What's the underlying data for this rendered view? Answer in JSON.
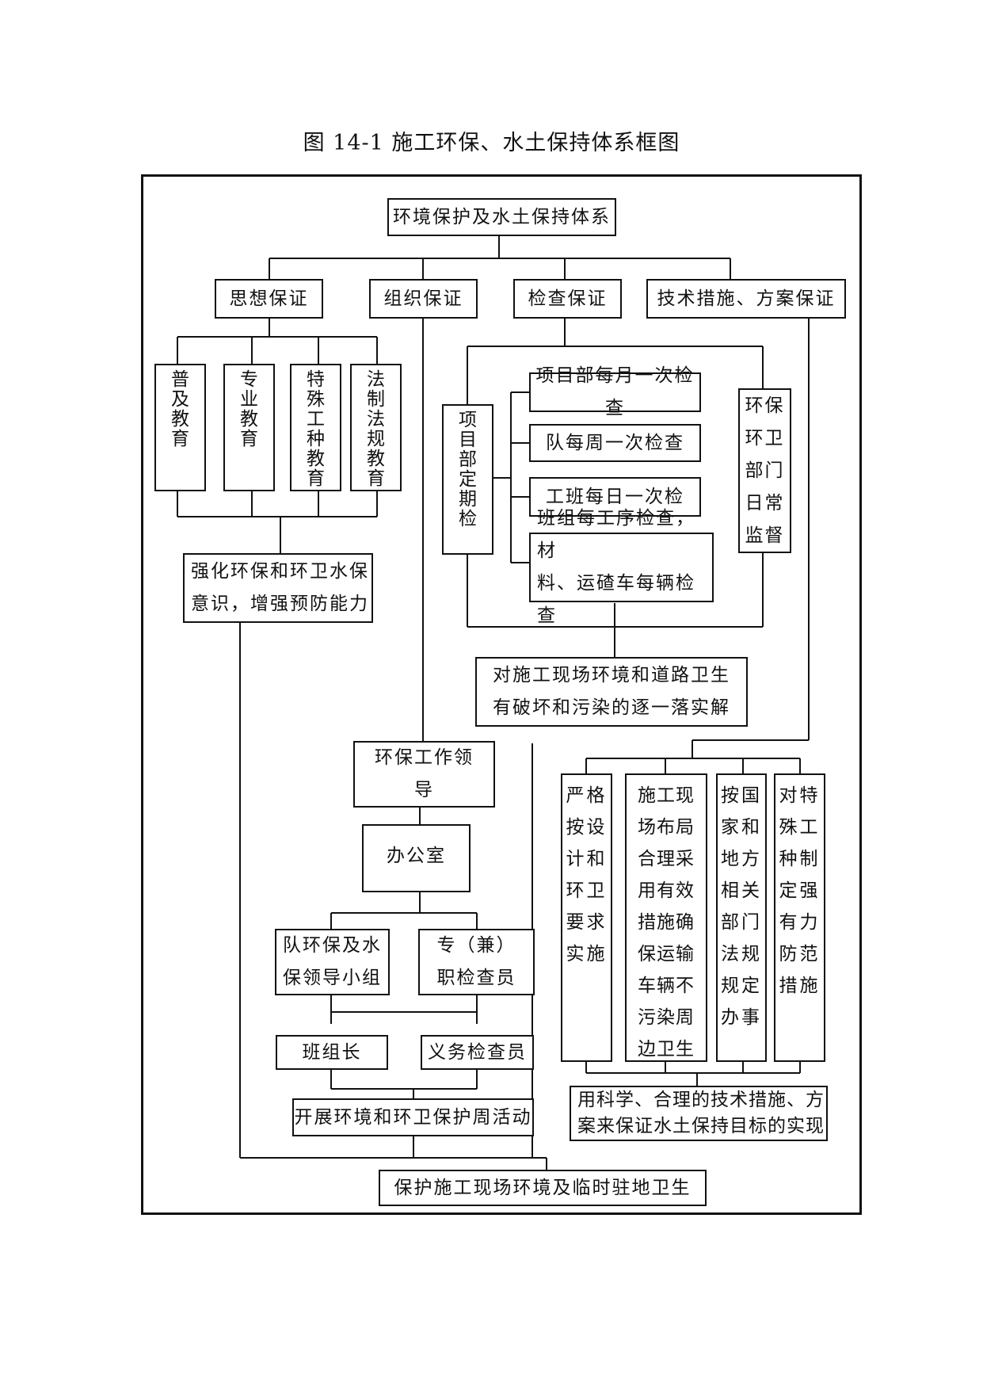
{
  "caption": "图 14-1 施工环保、水土保持体系框图",
  "nodes": {
    "root": "环境保护及水土保持体系",
    "ideology": "思想保证",
    "organization": "组织保证",
    "inspection": "检查保证",
    "technical": "技术措施、方案保证",
    "edu_popular": "普\n及\n教\n育",
    "edu_professional": "专\n业\n教\n育",
    "edu_special": "特\n殊\n工\n种\n教\n育",
    "edu_legal": "法\n制\n法\n规\n教\n育",
    "awareness": "强化环保和环卫水保\n意识，增强预防能力",
    "periodic_check": "项\n目\n部\n定\n期\n检",
    "monthly_check": "项目部每月一次检查",
    "weekly_check": "队每周一次检查",
    "daily_check": "工班每日一次检",
    "process_check": "班组每工序检查，材\n料、运碴车每辆检查",
    "daily_supervision": "环保\n环卫\n部门\n日常\n监督",
    "resolve": "对施工现场环境和道路卫生\n有破坏和污染的逐一落实解",
    "leader": "环保工作领\n导",
    "office": "办公室",
    "team_group": "队环保及水\n保领导小组",
    "inspector": "专（兼）\n职检查员",
    "squad_leader": "班组长",
    "volunteer": "义务检查员",
    "campaign": "开展环境和环卫保护周活动",
    "tech_design": "严格\n按设\n计和\n环卫\n要求\n实施",
    "tech_layout": "施工现\n场布局\n合理采\n用有效\n措施确\n保运输\n车辆不\n污染周\n边卫生",
    "tech_regulation": "按国\n家和\n地方\n相关\n部门\n法规\n规定\n办事",
    "tech_special": "对特\n殊工\n种制\n定强\n有力\n防范\n措施",
    "tech_goal": "用科学、合理的技术措施、方\n案来保证水土保持目标的实现",
    "final": "保护施工现场环境及临时驻地卫生"
  }
}
